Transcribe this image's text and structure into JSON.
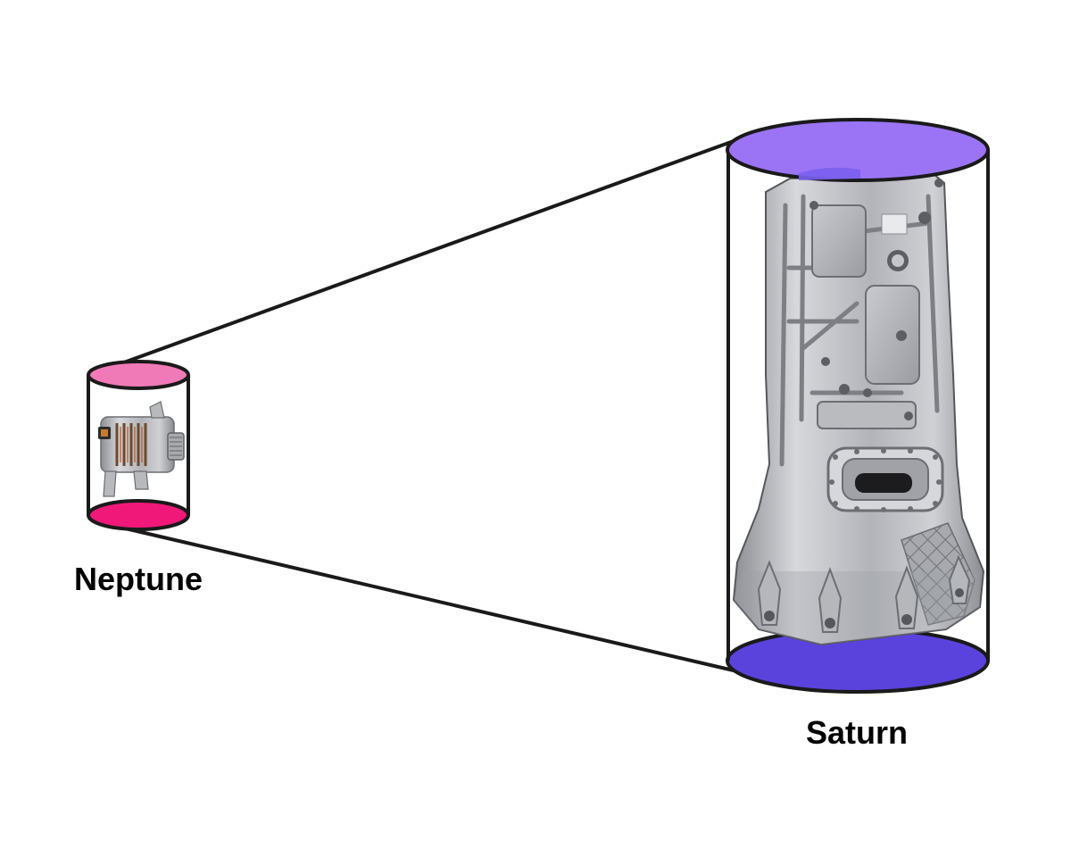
{
  "diagram": {
    "left_object": {
      "label": "Neptune",
      "depicts": "alternator",
      "top_color": "#f07ab8",
      "bottom_color": "#f0197a"
    },
    "right_object": {
      "label": "Saturn",
      "depicts": "transmission-housing",
      "top_color": "#9b74f6",
      "bottom_color": "#5a43dd"
    },
    "stroke_color": "#1a1a1a"
  }
}
